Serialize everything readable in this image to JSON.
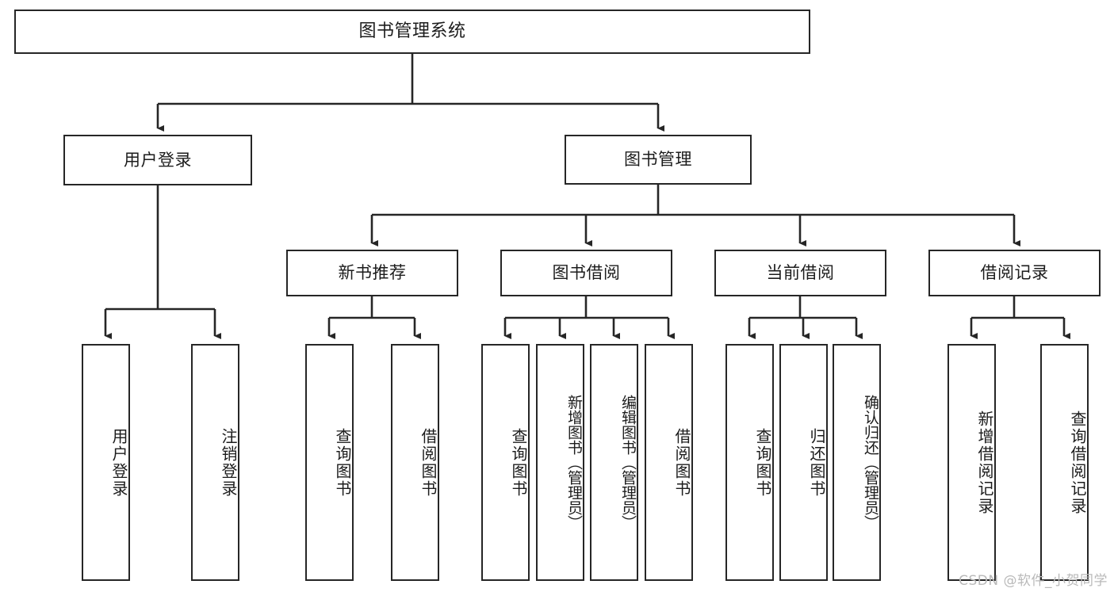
{
  "diagram": {
    "title": "图书管理系统",
    "type": "hierarchy-tree",
    "watermark": "CSDN @软件_小贺同学",
    "colors": {
      "stroke": "#262626",
      "text": "#1c1c1c",
      "background": "#ffffff",
      "watermark": "#b9b9b9"
    },
    "nodes": {
      "root": {
        "label": "图书管理系统",
        "level": 1
      },
      "level2": [
        {
          "id": "user-login",
          "label": "用户登录"
        },
        {
          "id": "book-manage",
          "label": "图书管理"
        }
      ],
      "level3": [
        {
          "id": "new-book-recommend",
          "label": "新书推荐",
          "parent": "book-manage"
        },
        {
          "id": "book-borrow",
          "label": "图书借阅",
          "parent": "book-manage"
        },
        {
          "id": "current-borrow",
          "label": "当前借阅",
          "parent": "book-manage"
        },
        {
          "id": "borrow-record",
          "label": "借阅记录",
          "parent": "book-manage"
        }
      ],
      "leaves": {
        "user-login": [
          {
            "id": "leaf-user-login",
            "label": "用户登录"
          },
          {
            "id": "leaf-logout",
            "label": "注销登录"
          }
        ],
        "new-book-recommend": [
          {
            "id": "leaf-query-book-1",
            "label": "查询图书"
          },
          {
            "id": "leaf-borrow-book-1",
            "label": "借阅图书"
          }
        ],
        "book-borrow": [
          {
            "id": "leaf-query-book-2",
            "label": "查询图书"
          },
          {
            "id": "leaf-add-book",
            "label": "新增图书（管理员）"
          },
          {
            "id": "leaf-edit-book",
            "label": "编辑图书（管理员）"
          },
          {
            "id": "leaf-borrow-book-2",
            "label": "借阅图书"
          }
        ],
        "current-borrow": [
          {
            "id": "leaf-query-book-3",
            "label": "查询图书"
          },
          {
            "id": "leaf-return-book",
            "label": "归还图书"
          },
          {
            "id": "leaf-confirm-return",
            "label": "确认归还（管理员）"
          }
        ],
        "borrow-record": [
          {
            "id": "leaf-add-record",
            "label": "新增借阅记录"
          },
          {
            "id": "leaf-query-record",
            "label": "查询借阅记录"
          }
        ]
      }
    }
  }
}
